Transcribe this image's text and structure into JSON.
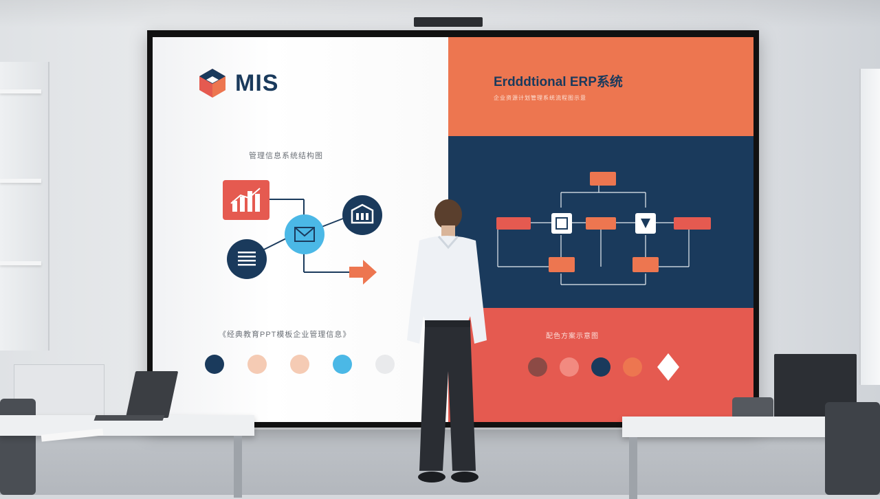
{
  "slide": {
    "logo_text": "MIS",
    "caption_top_left": "管理信息系统结构图",
    "caption_bottom_left": "《经典教育PPT模板企业管理信息》",
    "title_right": "Erdddtional ERP系统",
    "subtitle_right": "企业资源计划管理系统流程图示意",
    "caption_bottom_right": "配色方案示意图"
  },
  "palette_left": [
    "#1a3a5c",
    "#f5cbb4",
    "#f5cbb4",
    "#4bb8e6",
    "#e9eaec"
  ],
  "palette_right": [
    "#8c4a45",
    "#f28a80",
    "#1a3a5c",
    "#ed7650",
    "#ffffff"
  ],
  "colors": {
    "navy": "#1a3a5c",
    "orange": "#ed7650",
    "coral": "#e55a50",
    "sky": "#4bb8e6"
  },
  "icons": [
    "bar-chart-icon",
    "email-icon",
    "building-icon",
    "list-icon",
    "arrow-right-icon"
  ]
}
